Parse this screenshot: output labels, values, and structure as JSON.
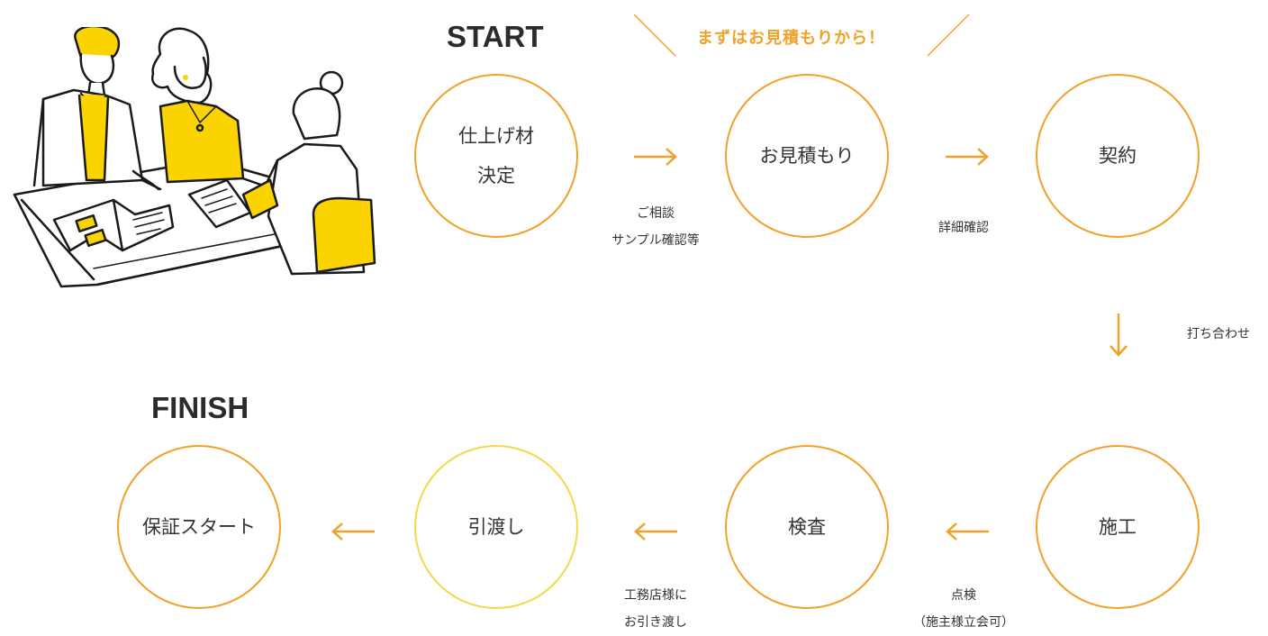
{
  "headings": {
    "start": "START",
    "finish": "FINISH"
  },
  "tagline": "まずはお見積もりから！",
  "steps": [
    {
      "label": "仕上げ材\n決定"
    },
    {
      "label": "お見積もり"
    },
    {
      "label": "契約"
    },
    {
      "label": "施工"
    },
    {
      "label": "検査"
    },
    {
      "label": "引渡し"
    },
    {
      "label": "保証スタート"
    }
  ],
  "transitions": [
    {
      "label": "ご相談\nサンプル確認等"
    },
    {
      "label": "詳細確認"
    },
    {
      "label": "打ち合わせ"
    },
    {
      "label": "点検\n（施主様立会可）"
    },
    {
      "label": "工務店様に\nお引き渡し"
    }
  ],
  "colors": {
    "accent": "#f2a128",
    "yellow": "#f5d84a",
    "illustration_yellow": "#fbd300",
    "text": "#333333"
  }
}
